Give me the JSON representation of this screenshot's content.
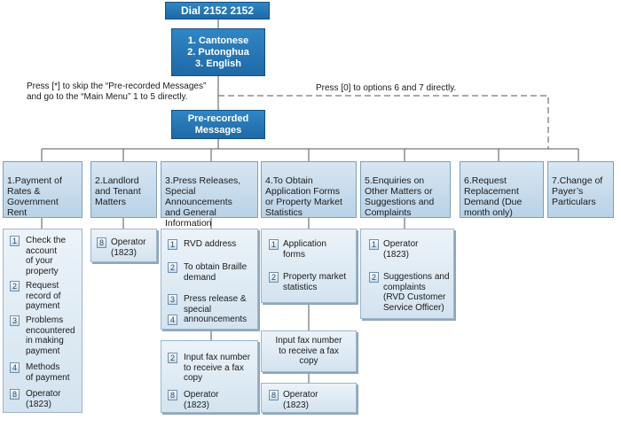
{
  "header": {
    "dial_label": "Dial 2152 2152"
  },
  "languages": {
    "label": "1. Cantonese\n2. Putonghua\n3. English"
  },
  "notes": {
    "skip_note": "Press [*] to skip the “Pre-recorded Messages”\nand go to the “Main Menu” 1 to 5 directly.",
    "zero_note": "Press [0] to options 6 and 7 directly."
  },
  "prerecorded": {
    "label": "Pre-recorded\nMessages"
  },
  "categories": [
    {
      "label": "1.Payment of\nRates &\nGovernment\nRent"
    },
    {
      "label": "2.Landlord\nand Tenant\nMatters"
    },
    {
      "label": "3.Press Releases,\nSpecial\nAnnouncements\nand General\nInformation"
    },
    {
      "label": "4.To Obtain\nApplication Forms\nor Property Market\nStatistics"
    },
    {
      "label": "5.Enquiries on\nOther Matters or\nSuggestions and\nComplaints"
    },
    {
      "label": "6.Request\nReplacement\nDemand  (Due\nmonth only)"
    },
    {
      "label": "7.Change of\nPayer’s\nParticulars"
    }
  ],
  "rates_options": [
    {
      "num": "1",
      "label": "Check the\naccount\nof your\nproperty"
    },
    {
      "num": "2",
      "label": "Request\nrecord of\npayment"
    },
    {
      "num": "3",
      "label": "Problems\nencountered\nin making\npayment"
    },
    {
      "num": "4",
      "label": "Methods\nof payment"
    },
    {
      "num": "8",
      "label": "Operator\n(1823)"
    }
  ],
  "landlord_options": [
    {
      "num": "8",
      "label": "Operator\n(1823)"
    }
  ],
  "press_options": [
    {
      "num": "1",
      "label": "RVD address"
    },
    {
      "num": "2",
      "label": "To obtain Braille\ndemand"
    },
    {
      "num": "3",
      "label": "Press release &\nspecial"
    },
    {
      "num": "4",
      "label": "announcements"
    }
  ],
  "press_fax_options": [
    {
      "num": "2",
      "label": "Input fax number\nto receive a fax\ncopy"
    },
    {
      "num": "8",
      "label": "Operator\n(1823)"
    }
  ],
  "forms_options": [
    {
      "num": "1",
      "label": "Application\nforms"
    },
    {
      "num": "2",
      "label": "Property market\nstatistics"
    }
  ],
  "forms_fax": {
    "label": "Input fax number\nto receive a fax\ncopy"
  },
  "forms_operator": [
    {
      "num": "8",
      "label": "Operator\n(1823)"
    }
  ],
  "enquiry_options": [
    {
      "num": "1",
      "label": "Operator\n(1823)"
    },
    {
      "num": "2",
      "label": "Suggestions and\ncomplaints\n(RVD Customer\nService Officer)"
    }
  ]
}
